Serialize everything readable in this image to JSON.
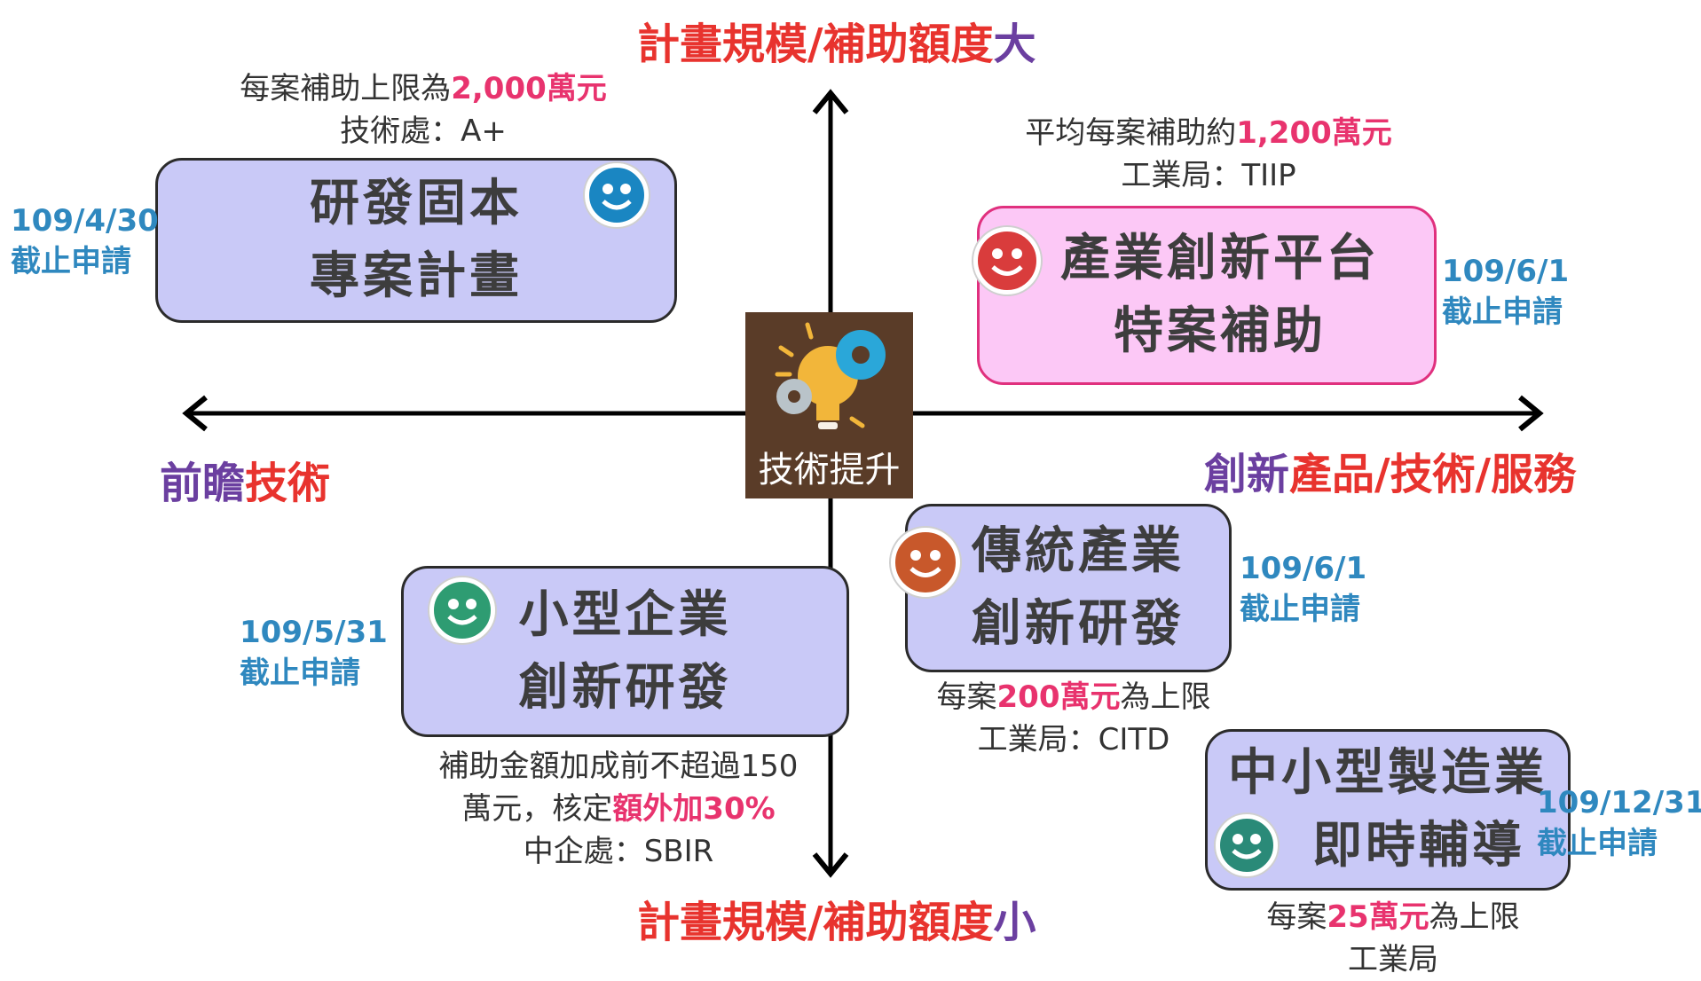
{
  "axes": {
    "top": {
      "part1": "計畫規模/補助額度",
      "part2": "大"
    },
    "bottom": {
      "part1": "計畫規模/補助額度",
      "part2": "小"
    },
    "left": {
      "part1": "前瞻",
      "part2": "技術"
    },
    "right": {
      "part1": "創新",
      "part2": "產品/技術/服務"
    }
  },
  "center": {
    "label": "技術提升"
  },
  "programs": [
    {
      "title_line1": "研發固本",
      "title_line2": "專案計畫",
      "note1_prefix": "每案補助上限為",
      "note1_highlight": "2,000萬元",
      "note2": "技術處：A+",
      "deadline_date": "109/4/30",
      "deadline_text": "截止申請"
    },
    {
      "title_line1": "產業創新平台",
      "title_line2": "特案補助",
      "note1_prefix": "平均每案補助約",
      "note1_highlight": "1,200萬元",
      "note2": "工業局：TIIP",
      "deadline_date": "109/6/1",
      "deadline_text": "截止申請"
    },
    {
      "title_line1": "小型企業",
      "title_line2": "創新研發",
      "note1": "補助金額加成前不超過150",
      "note2_prefix": "萬元，核定",
      "note2_highlight": "額外加30%",
      "note3": "中企處：SBIR",
      "deadline_date": "109/5/31",
      "deadline_text": "截止申請"
    },
    {
      "title_line1": "傳統產業",
      "title_line2": "創新研發",
      "note1_prefix": "每案",
      "note1_highlight": "200萬元",
      "note1_suffix": "為上限",
      "note2": "工業局：CITD",
      "deadline_date": "109/6/1",
      "deadline_text": "截止申請"
    },
    {
      "title_line1": "中小型製造業",
      "title_line2": "即時輔導",
      "note1_prefix": "每案",
      "note1_highlight": "25萬元",
      "note1_suffix": "為上限",
      "note2": "工業局",
      "deadline_date": "109/12/31",
      "deadline_text": "截止申請"
    }
  ],
  "colors": {
    "red": "#e8332e",
    "purple": "#6b3fa0",
    "pink_highlight": "#e8336e",
    "deadline_blue": "#2f88bf",
    "box_lavender": "#c9c9f7",
    "box_pink": "#fcc8f6",
    "face_blue": "#1a86c2",
    "face_red": "#d93c3c",
    "face_green": "#2e9c72",
    "face_orange": "#c8582b",
    "face_teal": "#2a8a78"
  }
}
